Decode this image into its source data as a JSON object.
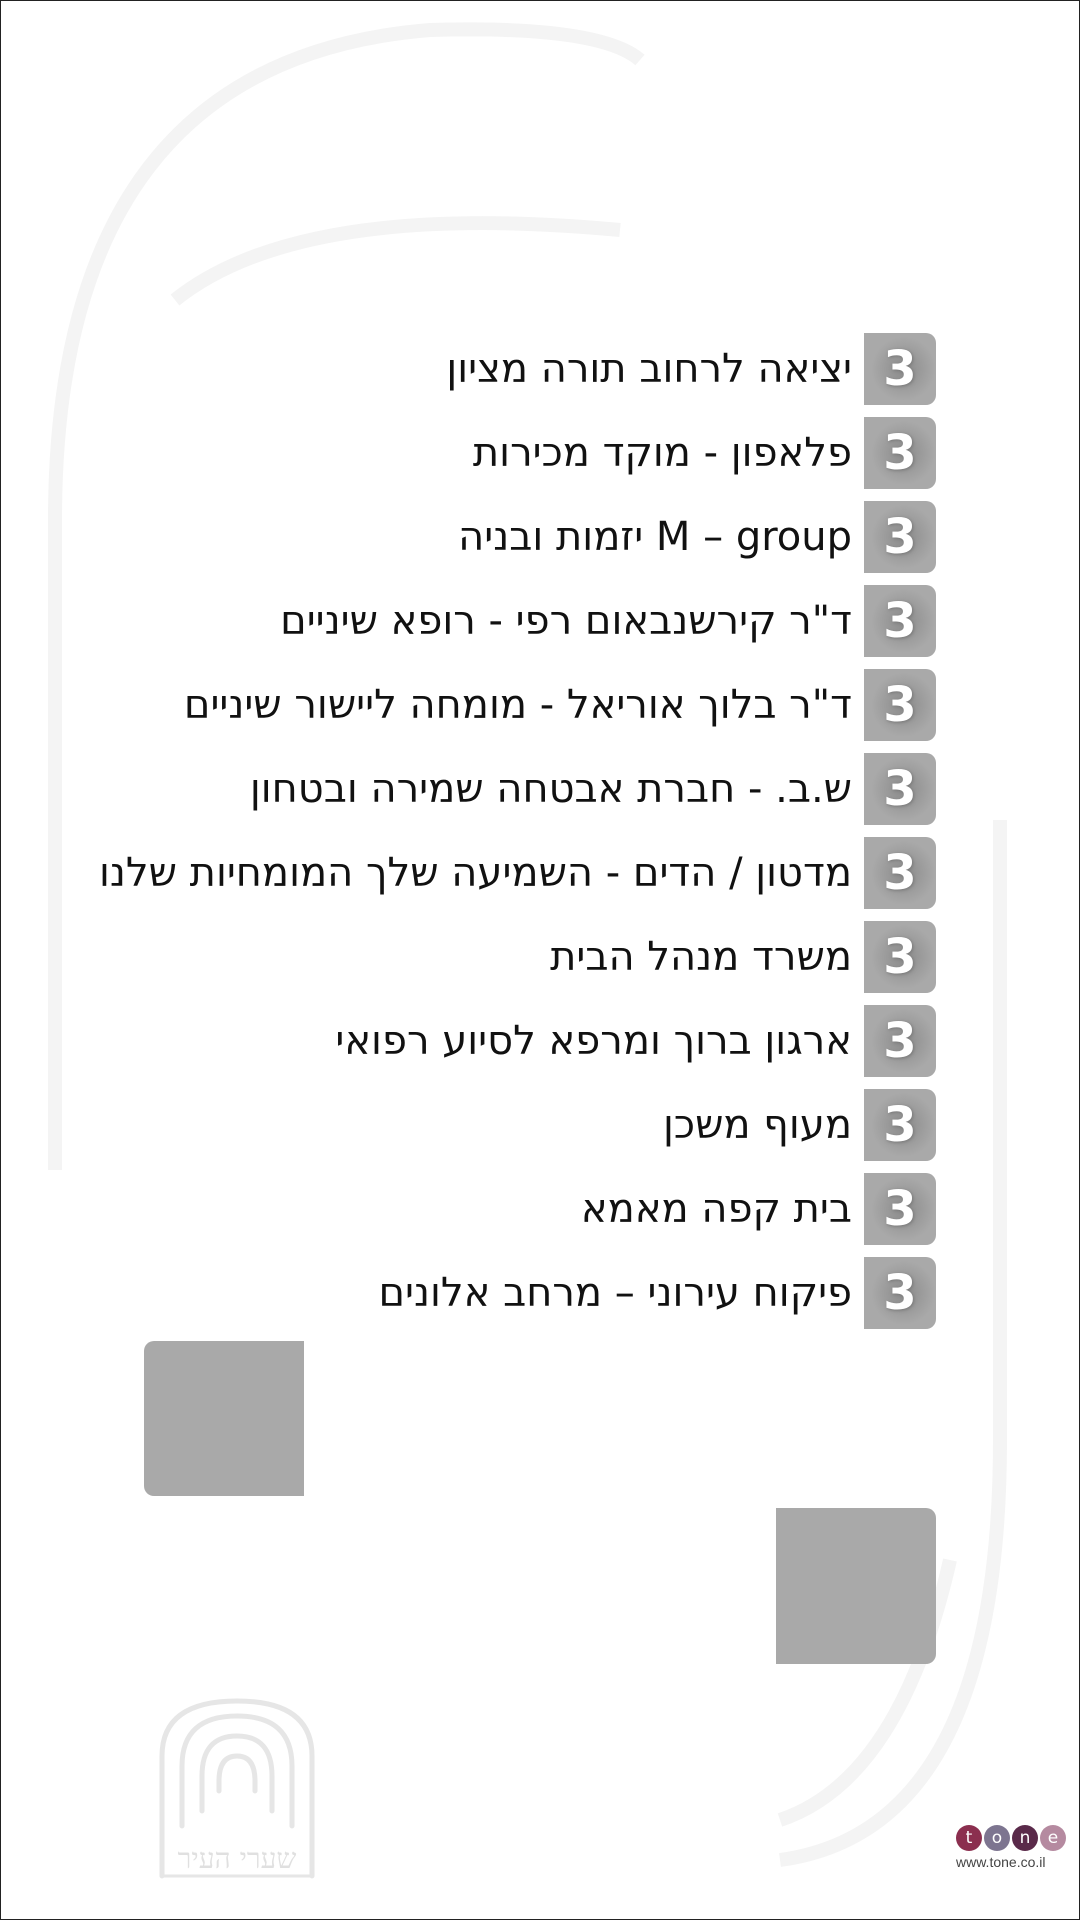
{
  "items": [
    {
      "number": "3",
      "label": "יציאה לרחוב תורה מציון"
    },
    {
      "number": "3",
      "label": "פלאפון - מוקד מכירות"
    },
    {
      "number": "3",
      "label": "M – group יזמות ובניה"
    },
    {
      "number": "3",
      "label": "ד\"ר קירשנבאום רפי - רופא שיניים"
    },
    {
      "number": "3",
      "label": "ד\"ר בלוך אוריאל - מומחה ליישור שיניים"
    },
    {
      "number": "3",
      "label": "ש.ב. - חברת אבטחה שמירה ובטחון"
    },
    {
      "number": "3",
      "label": "מדטון / הדים - השמיעה שלך המומחיות שלנו"
    },
    {
      "number": "3",
      "label": "משרד מנהל הבית"
    },
    {
      "number": "3",
      "label": "ארגון ברוך ומרפא לסיוע רפואי"
    },
    {
      "number": "3",
      "label": "מעוף משכן"
    },
    {
      "number": "3",
      "label": "בית קפה מאמא"
    },
    {
      "number": "3",
      "label": "פיקוח עירוני – מרחב אלונים"
    }
  ],
  "logo": {
    "text": "שערי העיר"
  },
  "tone": {
    "letters": [
      "t",
      "o",
      "n",
      "e"
    ],
    "colors": [
      "#8b2f4f",
      "#7d7590",
      "#5a2a4a",
      "#b58aa0"
    ],
    "url": "www.tone.co.il"
  },
  "colors": {
    "badge": "#a9a9a9"
  }
}
